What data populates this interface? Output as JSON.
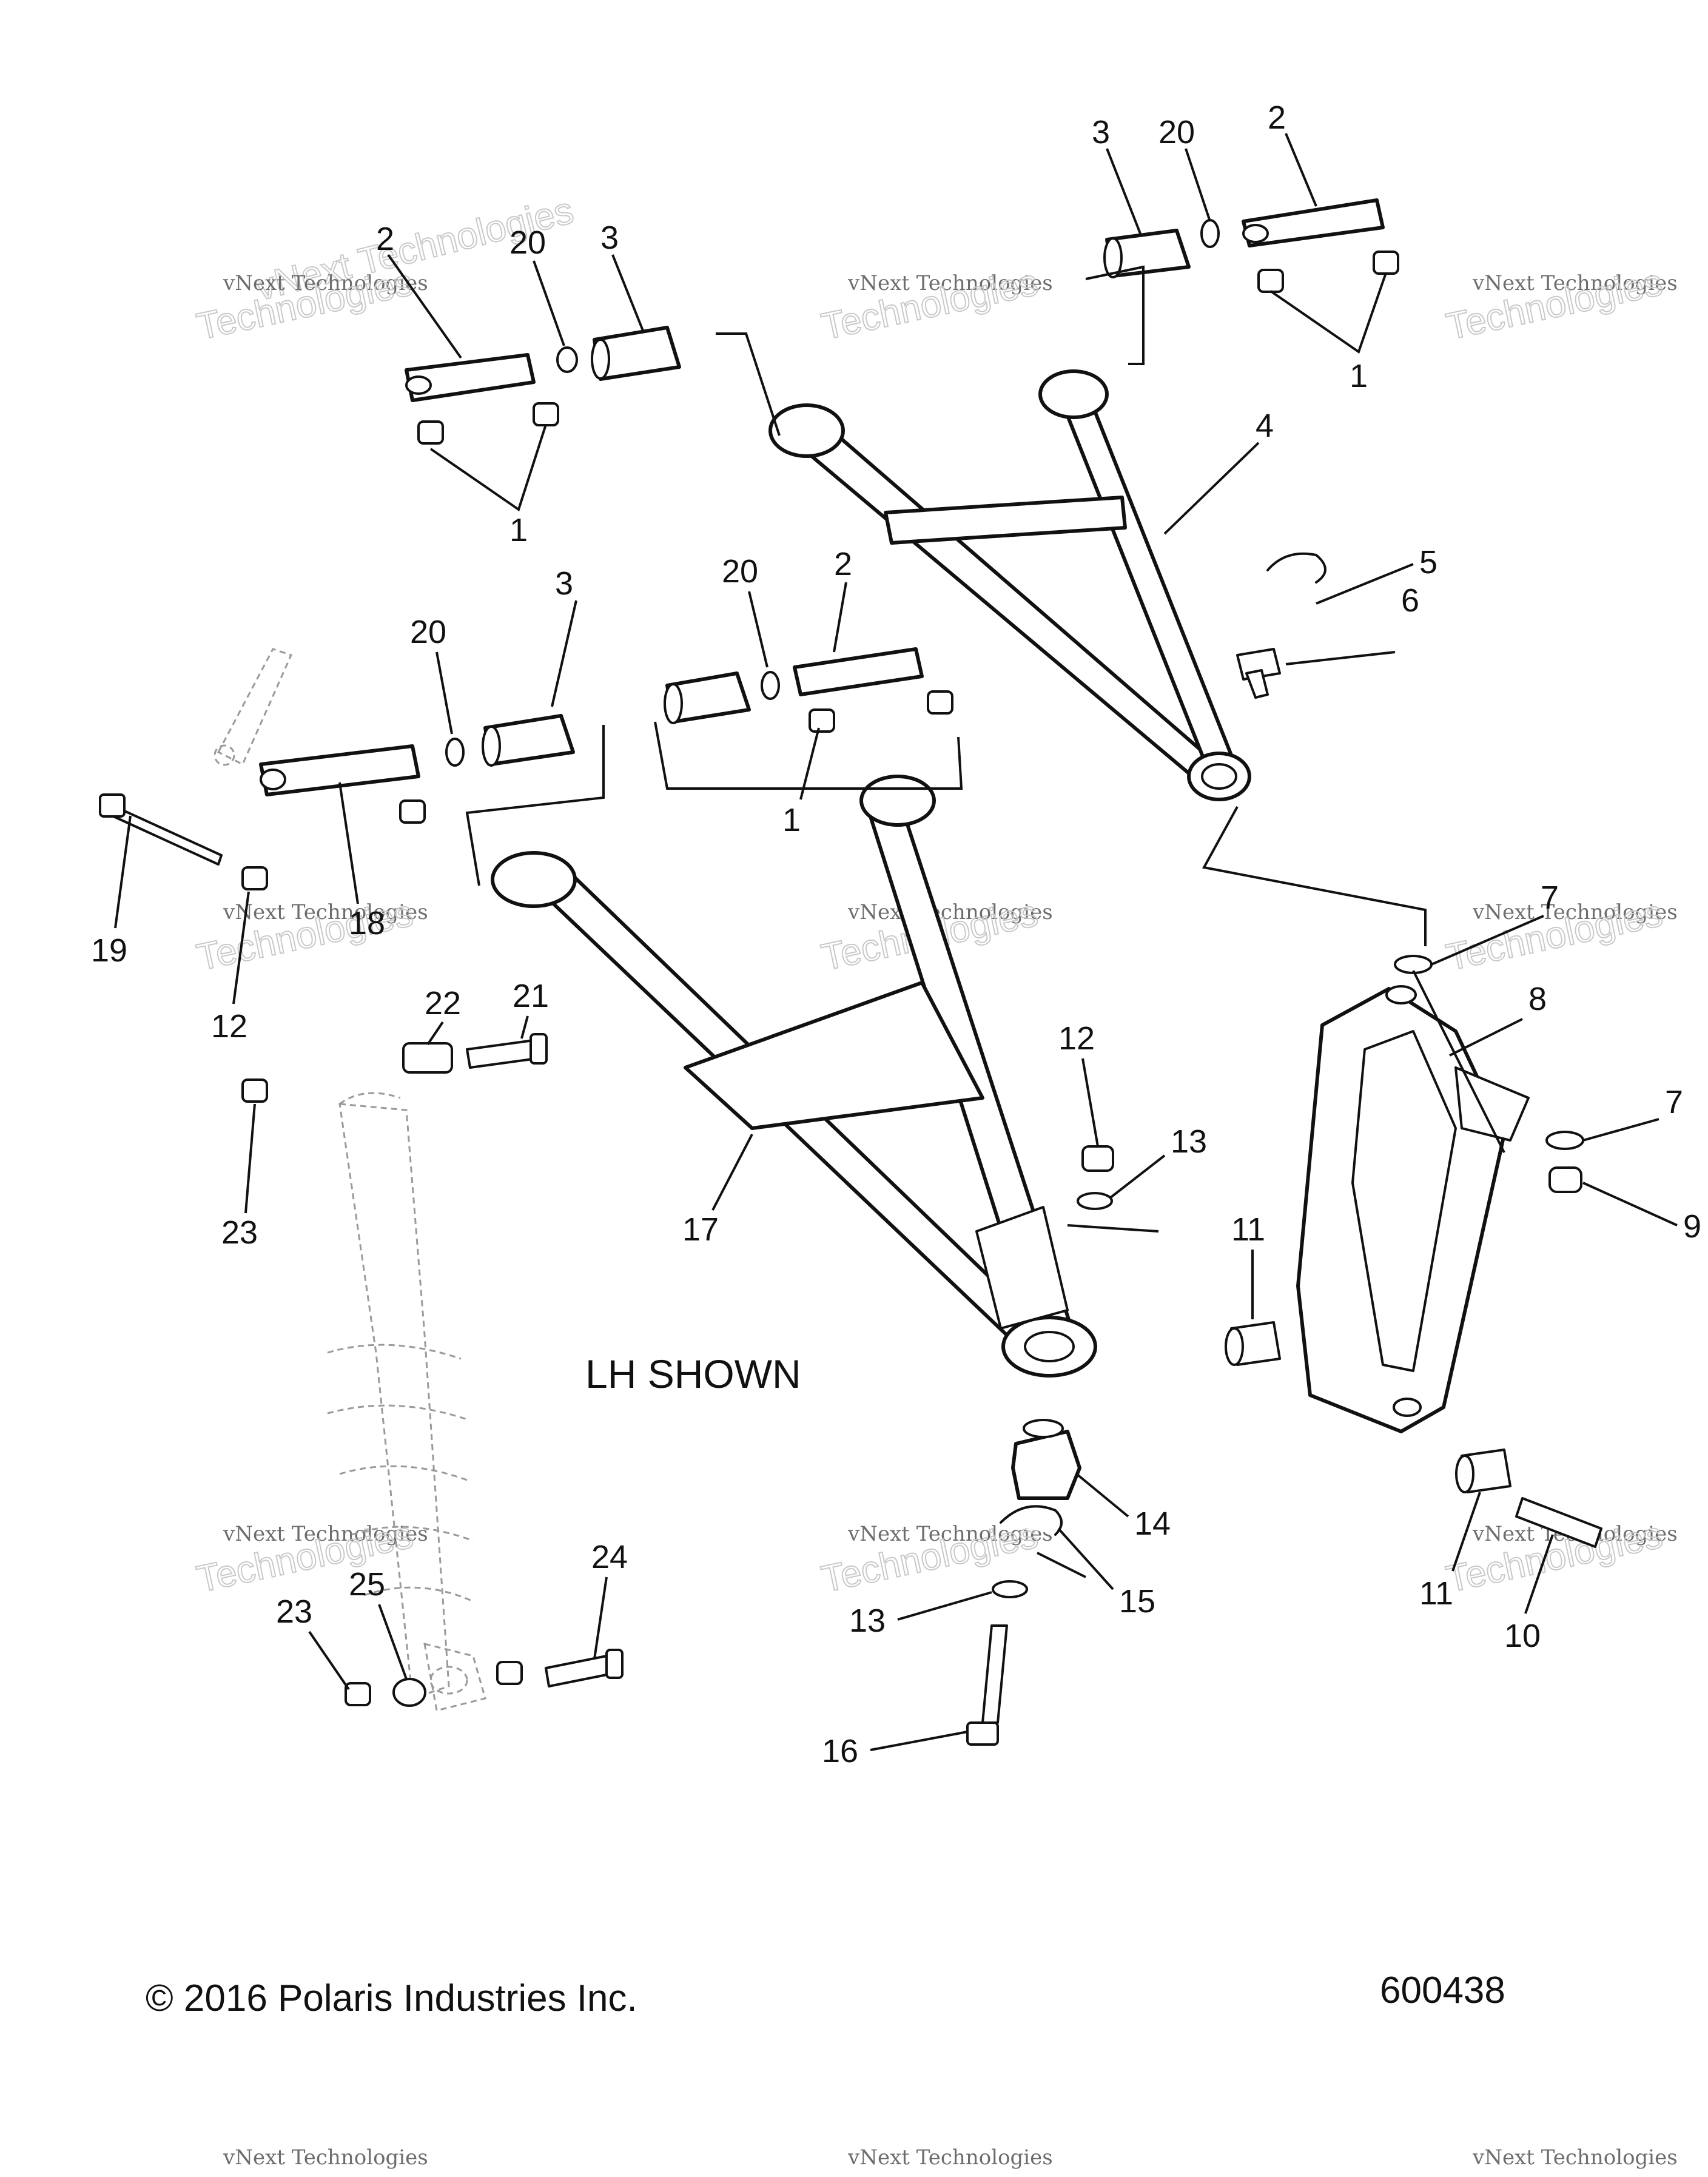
{
  "diagram": {
    "note": "LH SHOWN",
    "copyright": "© 2016 Polaris Industries Inc.",
    "figure_number": "600438",
    "watermark": {
      "line1": "vNext Technologies",
      "line2": "vNext\nTechnologies"
    },
    "callouts": {
      "c1a": "1",
      "c1b": "1",
      "c1c": "1",
      "c2a": "2",
      "c2b": "2",
      "c2c": "2",
      "c3a": "3",
      "c3b": "3",
      "c3c": "3",
      "c4": "4",
      "c5": "5",
      "c6": "6",
      "c7a": "7",
      "c7b": "7",
      "c8": "8",
      "c9": "9",
      "c10": "10",
      "c11a": "11",
      "c11b": "11",
      "c12a": "12",
      "c12b": "12",
      "c13a": "13",
      "c13b": "13",
      "c14": "14",
      "c15": "15",
      "c16": "16",
      "c17": "17",
      "c18": "18",
      "c19": "19",
      "c20a": "20",
      "c20b": "20",
      "c20c": "20",
      "c20d": "20",
      "c21": "21",
      "c22": "22",
      "c23a": "23",
      "c23b": "23",
      "c24": "24",
      "c25": "25"
    }
  }
}
